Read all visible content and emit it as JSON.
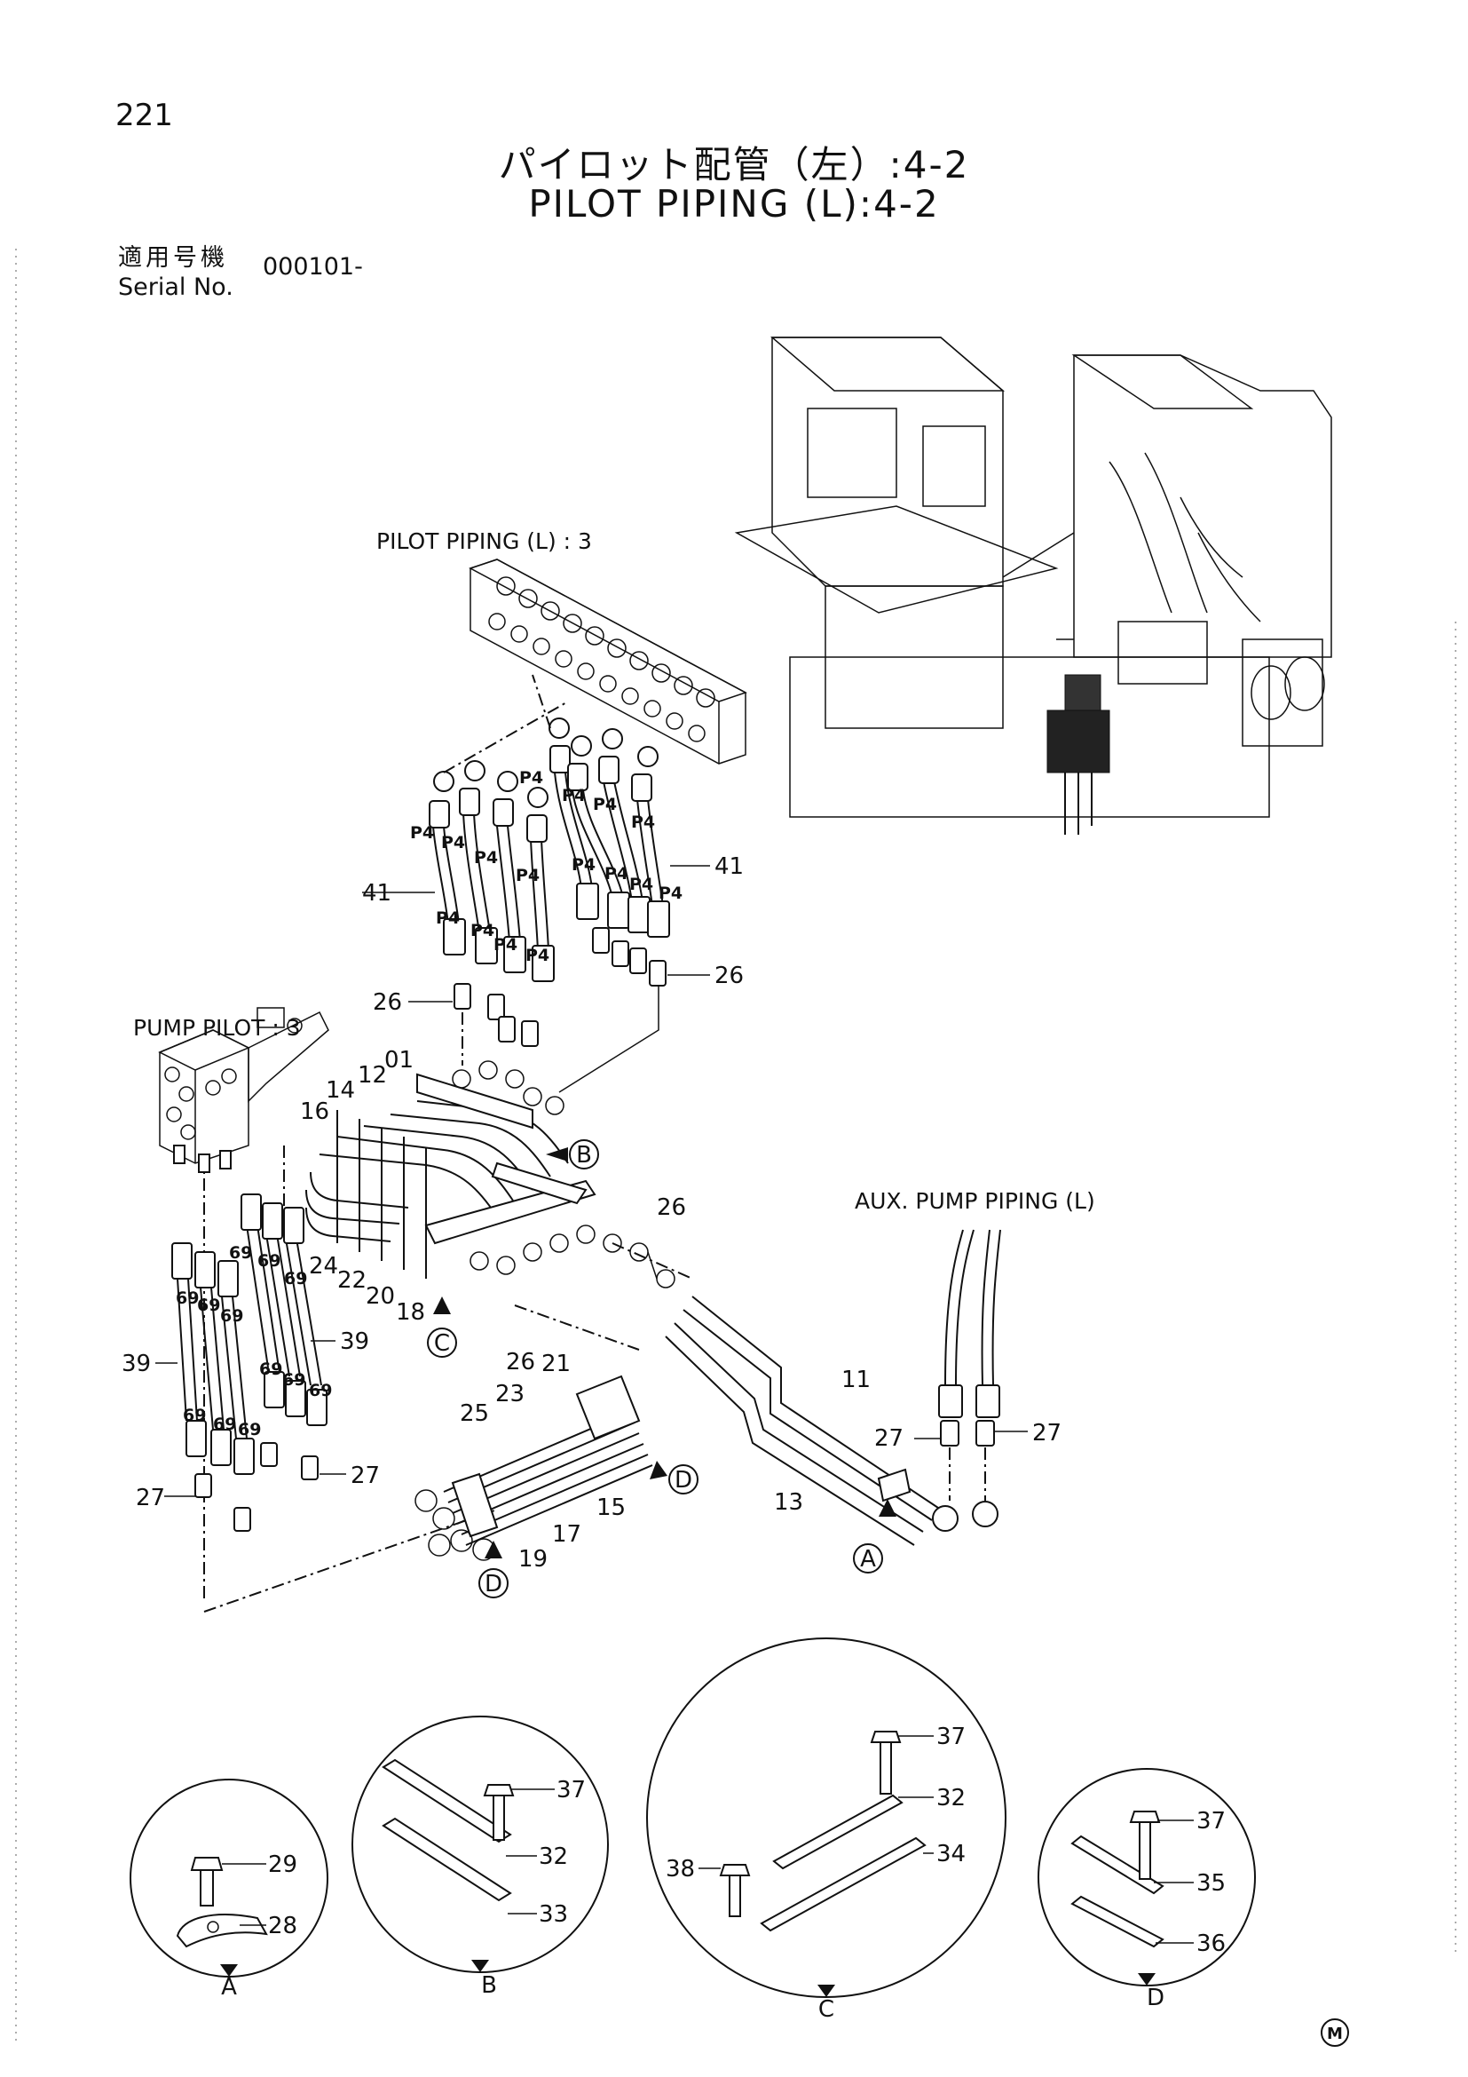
{
  "header": {
    "page_number": "221",
    "title_jp": "パイロット配管（左）:4-2",
    "title_en": "PILOT PIPING (L):4-2",
    "serial_label_jp": "適用号機",
    "serial_label_en": "Serial No.",
    "serial_value": "000101-"
  },
  "references": {
    "pilot_piping_l3": "PILOT PIPING (L) : 3",
    "pump_pilot_3": "PUMP PILOT : 3",
    "aux_pump_piping": "AUX. PUMP PIPING (L)"
  },
  "fitting_code": "P4",
  "adapter_code": "69",
  "callouts": {
    "p01": "01",
    "p11": "11",
    "p12": "12",
    "p13": "13",
    "p14": "14",
    "p15": "15",
    "p16": "16",
    "p17": "17",
    "p18": "18",
    "p19": "19",
    "p20": "20",
    "p21": "21",
    "p22": "22",
    "p23": "23",
    "p24": "24",
    "p25": "25",
    "p26": "26",
    "p27": "27",
    "p39": "39",
    "p41": "41"
  },
  "detail_refs": {
    "A": "A",
    "B": "B",
    "C": "C",
    "D": "D"
  },
  "details": {
    "A": {
      "label": "A",
      "parts": [
        "29",
        "28"
      ]
    },
    "B": {
      "label": "B",
      "parts": [
        "37",
        "32",
        "33"
      ]
    },
    "C": {
      "label": "C",
      "parts": [
        "37",
        "32",
        "38",
        "34"
      ]
    },
    "D": {
      "label": "D",
      "parts": [
        "37",
        "35",
        "36"
      ]
    }
  },
  "footer_mark": "M"
}
